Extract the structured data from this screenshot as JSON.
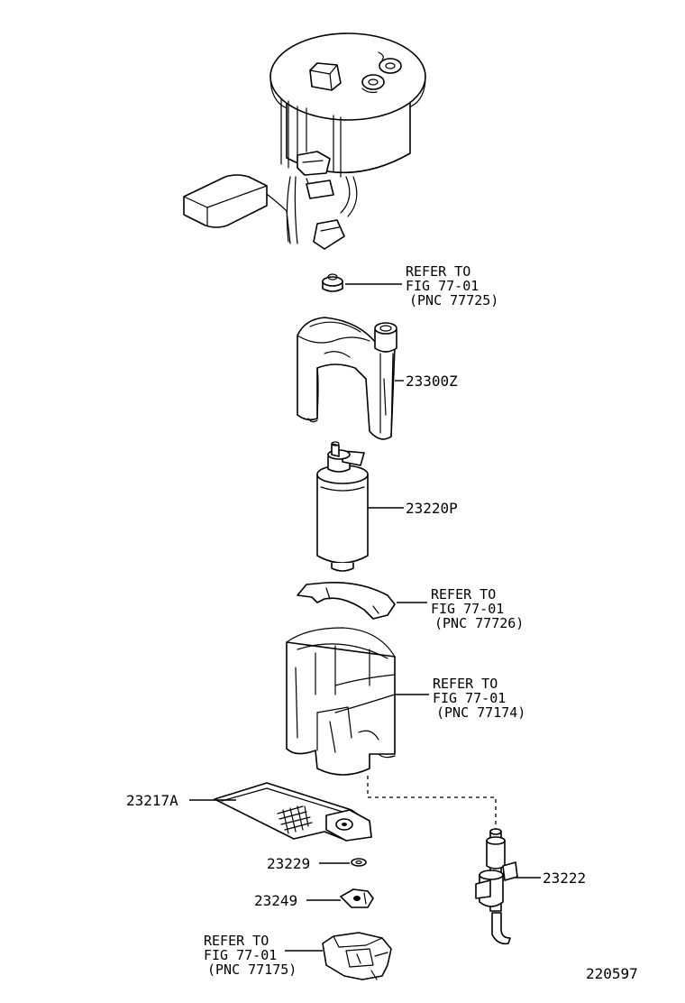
{
  "labels": {
    "ref_top": [
      "REFER TO",
      "FIG 77-01",
      "(PNC 77725)"
    ],
    "ref_retainer": [
      "REFER TO",
      "FIG 77-01",
      "(PNC 77726)"
    ],
    "ref_cup": [
      "REFER TO",
      "FIG 77-01",
      "(PNC 77174)"
    ],
    "ref_bottom": [
      "REFER TO",
      "FIG 77-01",
      "(PNC 77175)"
    ],
    "part_23300z": "23300Z",
    "part_23220p": "23220P",
    "part_23217a": "23217A",
    "part_23229": "23229",
    "part_23249": "23249",
    "part_23222": "23222",
    "figure_id": "220597"
  }
}
